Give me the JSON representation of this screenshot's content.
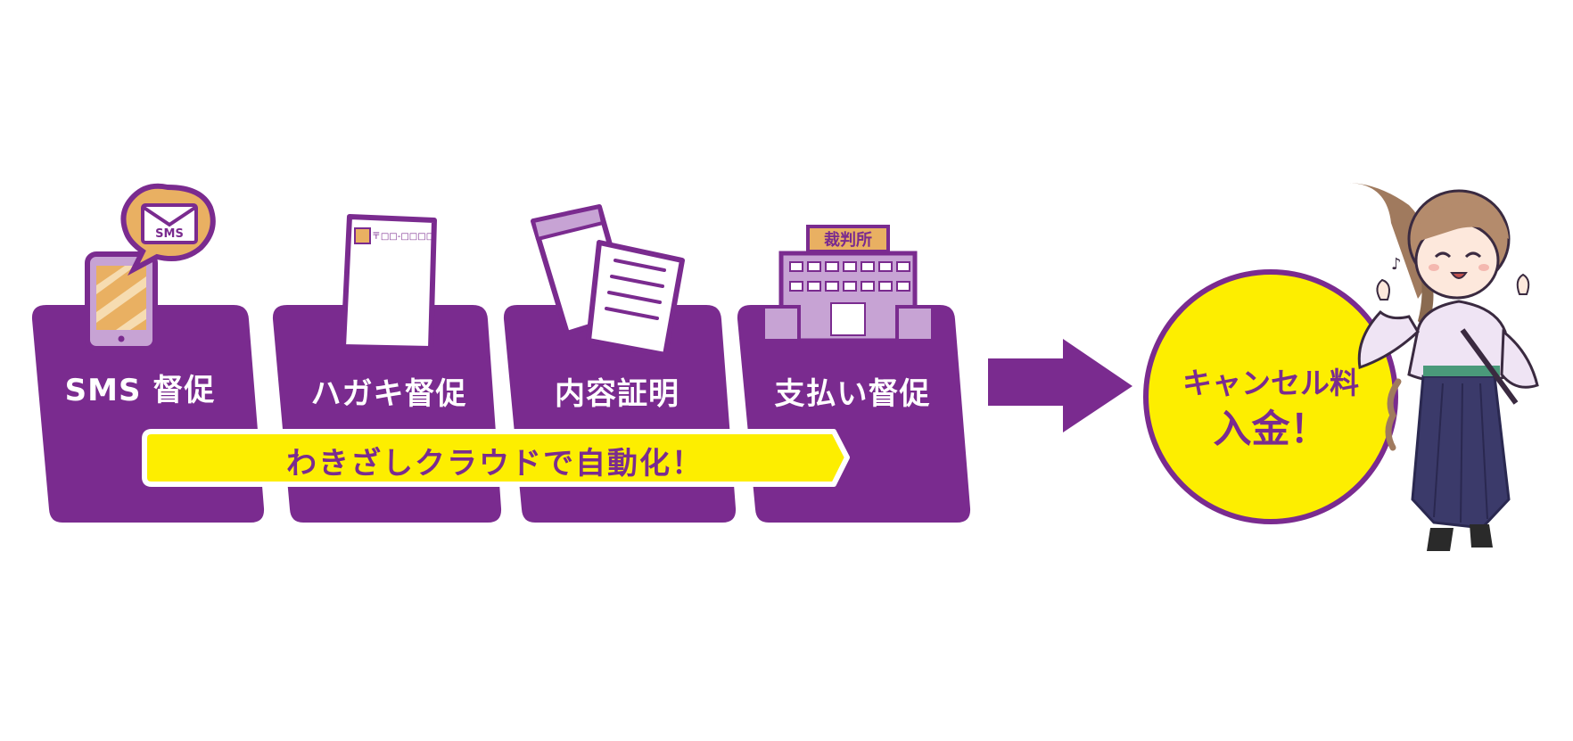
{
  "steps": [
    {
      "label": "SMS 督促",
      "icon": "smartphone-sms-icon"
    },
    {
      "label": "ハガキ督促",
      "icon": "postcard-icon"
    },
    {
      "label": "内容証明",
      "icon": "certified-letter-icon"
    },
    {
      "label": "支払い督促",
      "icon": "courthouse-icon"
    }
  ],
  "sms_badge": "SMS",
  "postcard_code": "〒□□-□□□□",
  "court_sign": "裁判所",
  "banner": "わきざしクラウドで自動化！",
  "result": {
    "line1": "キャンセル料",
    "line2": "入金！"
  },
  "colors": {
    "purple": "#7a2b8f",
    "yellow": "#fdee00",
    "white": "#ffffff",
    "orange": "#e9b062",
    "light_purple": "#c7a3d4"
  }
}
